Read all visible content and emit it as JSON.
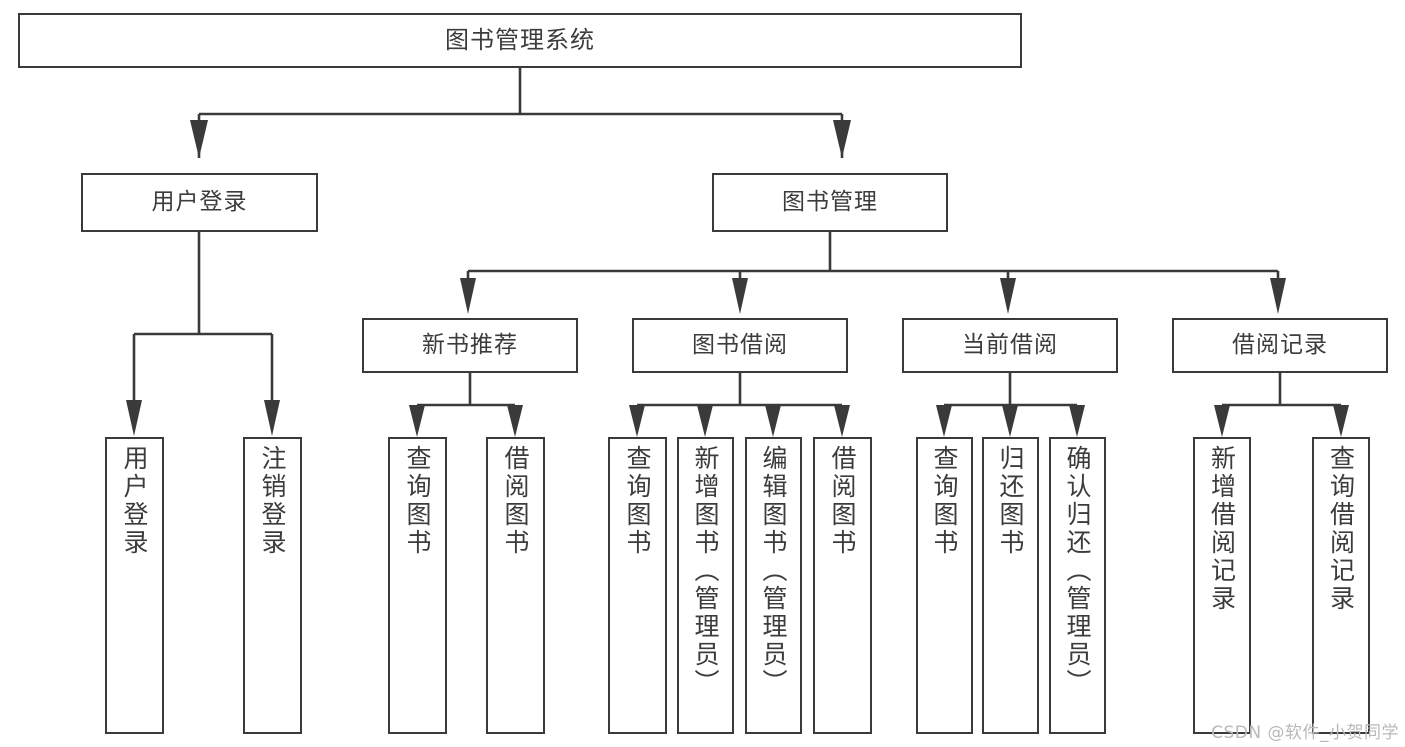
{
  "diagram": {
    "title": "图书管理系统",
    "type": "tree-hierarchy-chart",
    "orientation": "top-down",
    "line_color": "#3a3a3a",
    "box_fill": "#ffffff",
    "text_color": "#3c3c3c"
  },
  "watermark": {
    "text": "CSDN @软件_小贺同学",
    "color": "#b9b9b9"
  },
  "nodes": {
    "root": {
      "label": "图书管理系统"
    },
    "level1": [
      {
        "label": "用户登录"
      },
      {
        "label": "图书管理"
      }
    ],
    "level2": [
      {
        "label": "新书推荐"
      },
      {
        "label": "图书借阅"
      },
      {
        "label": "当前借阅"
      },
      {
        "label": "借阅记录"
      }
    ],
    "leaves": {
      "user_login": [
        {
          "label": "用户登录"
        },
        {
          "label": "注销登录"
        }
      ],
      "new_book_recommend": [
        {
          "label": "查询图书"
        },
        {
          "label": "借阅图书"
        }
      ],
      "book_borrow": [
        {
          "label": "查询图书"
        },
        {
          "label": "新增图书（管理员）"
        },
        {
          "label": "编辑图书（管理员）"
        },
        {
          "label": "借阅图书"
        }
      ],
      "current_borrow": [
        {
          "label": "查询图书"
        },
        {
          "label": "归还图书"
        },
        {
          "label": "确认归还（管理员）"
        }
      ],
      "borrow_record": [
        {
          "label": "新增借阅记录"
        },
        {
          "label": "查询借阅记录"
        }
      ]
    }
  },
  "chart_data": {
    "type": "table",
    "title": "图书管理系统 功能结构图",
    "tree": {
      "name": "图书管理系统",
      "children": [
        {
          "name": "用户登录",
          "children": [
            {
              "name": "用户登录"
            },
            {
              "name": "注销登录"
            }
          ]
        },
        {
          "name": "图书管理",
          "children": [
            {
              "name": "新书推荐",
              "children": [
                {
                  "name": "查询图书"
                },
                {
                  "name": "借阅图书"
                }
              ]
            },
            {
              "name": "图书借阅",
              "children": [
                {
                  "name": "查询图书"
                },
                {
                  "name": "新增图书（管理员）"
                },
                {
                  "name": "编辑图书（管理员）"
                },
                {
                  "name": "借阅图书"
                }
              ]
            },
            {
              "name": "当前借阅",
              "children": [
                {
                  "name": "查询图书"
                },
                {
                  "name": "归还图书"
                },
                {
                  "name": "确认归还（管理员）"
                }
              ]
            },
            {
              "name": "借阅记录",
              "children": [
                {
                  "name": "新增借阅记录"
                },
                {
                  "name": "查询借阅记录"
                }
              ]
            }
          ]
        }
      ]
    }
  }
}
